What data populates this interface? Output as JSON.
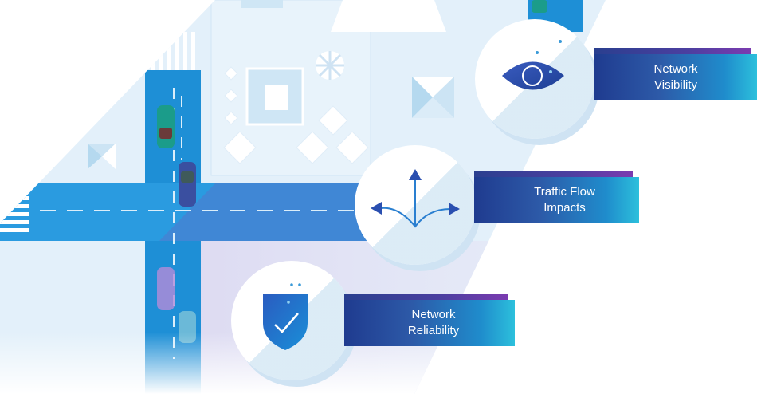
{
  "features": [
    {
      "id": "visibility",
      "line1": "Network",
      "line2": "Visibility",
      "icon": "eye-icon"
    },
    {
      "id": "traffic",
      "line1": "Traffic Flow",
      "line2": "Impacts",
      "icon": "branching-arrows-icon"
    },
    {
      "id": "reliability",
      "line1": "Network",
      "line2": "Reliability",
      "icon": "shield-check-icon"
    }
  ],
  "colors": {
    "road": "#1e8fd6",
    "map_bg": "#e3f0fa",
    "label_dark": "#1f3b8f",
    "label_cyan": "#2cc0dc",
    "label_purple": "#7b3bb0",
    "icon_blue": "#2a4fb0"
  }
}
